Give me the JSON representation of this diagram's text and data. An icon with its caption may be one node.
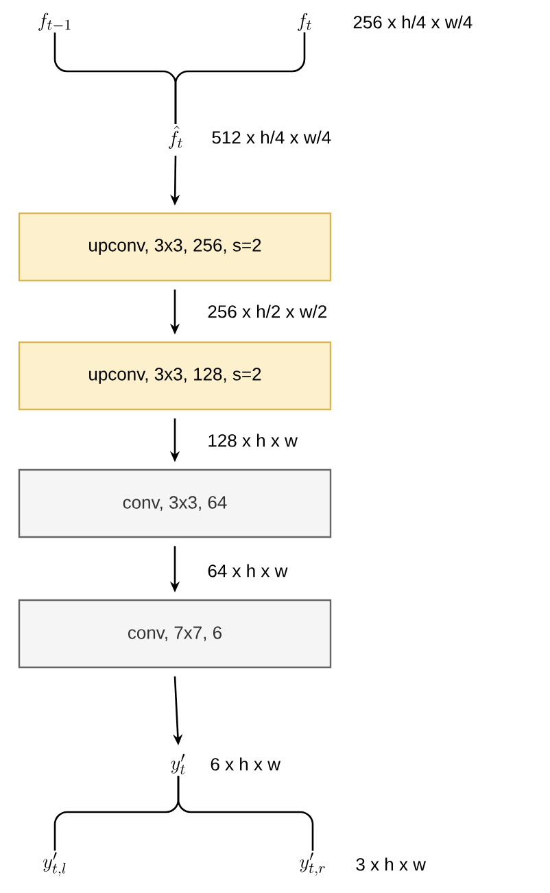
{
  "diagram": {
    "nodes": [
      {
        "text": [
          "f_{t-1}"
        ]
      },
      {
        "text": [
          "f_t"
        ],
        "beside": [
          "256 x h/4 x w/4"
        ]
      },
      {
        "text": [
          "\\hat{f}_t"
        ],
        "beside": [
          "512 x h/4 x w/4"
        ]
      },
      {
        "text": [
          "upconv, 3x3, 256, s=2"
        ]
      },
      {
        "text": [
          "upconv, 3x3, 128, s=2"
        ]
      },
      {
        "text": [
          "conv, 3x3, 64"
        ]
      },
      {
        "text": [
          "conv, 7x7, 6"
        ]
      },
      {
        "text": [
          "y'_t"
        ],
        "beside": [
          "6 x h x w"
        ]
      },
      {
        "text": [
          "y'_{t,l}"
        ]
      },
      {
        "text": [
          "y'_{t,r}"
        ],
        "beside": [
          "3 x h x w"
        ]
      }
    ],
    "edges": [
      {
        "from": 0,
        "to": 2,
        "arrow": "none"
      },
      {
        "from": 1,
        "to": 2,
        "arrow": "none"
      },
      {
        "from": 2,
        "to": 3,
        "arrow": "to"
      },
      {
        "from": 3,
        "to": 4,
        "arrow": "to",
        "label": "256 x h/2 x w/2"
      },
      {
        "from": 4,
        "to": 5,
        "arrow": "to",
        "label": "128 x h x w"
      },
      {
        "from": 5,
        "to": 6,
        "arrow": "to",
        "label": "64 x h x w"
      },
      {
        "from": 6,
        "to": 7,
        "arrow": "to"
      },
      {
        "from": 7,
        "to": 8,
        "arrow": "none"
      },
      {
        "from": 7,
        "to": 9,
        "arrow": "none"
      }
    ]
  }
}
